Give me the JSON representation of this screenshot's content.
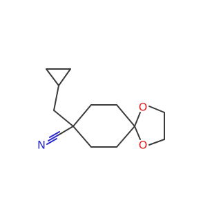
{
  "molecule": {
    "atoms": {
      "oxygen_top": {
        "label": "O",
        "color": "#e02020"
      },
      "oxygen_bottom": {
        "label": "O",
        "color": "#e02020"
      },
      "nitrogen": {
        "label": "N",
        "color": "#2a2ad0"
      }
    },
    "bond_color": "#3a3a3a"
  }
}
